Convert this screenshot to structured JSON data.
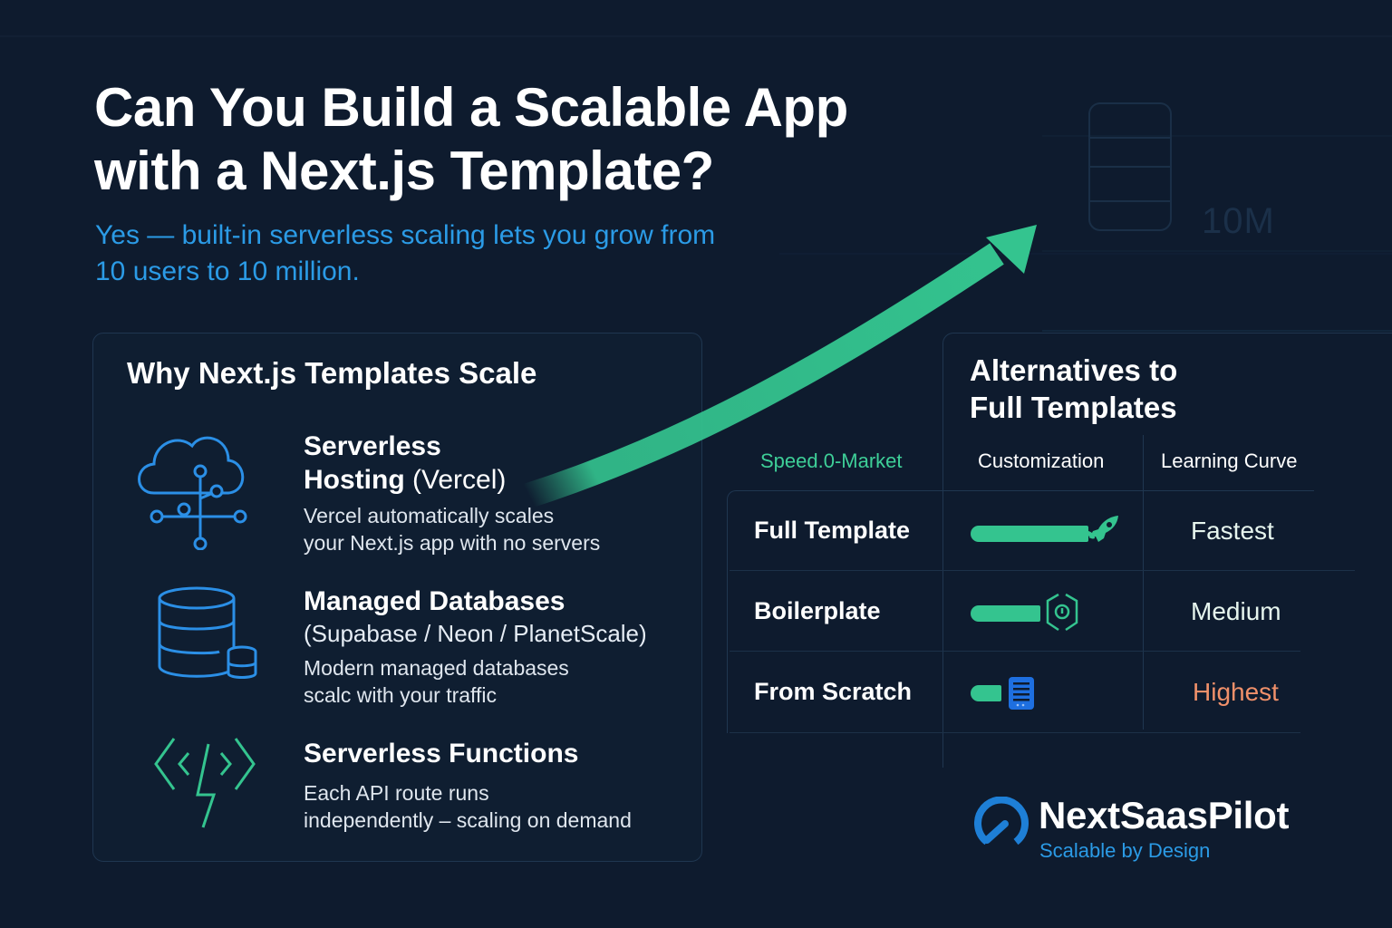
{
  "colors": {
    "background": "#0e1b2e",
    "accent_green": "#34c48f",
    "accent_blue": "#2b9be6",
    "highest_orange": "#f0906a",
    "card_border": "#1f3650"
  },
  "hero": {
    "title_line1": "Can You Build a Scalable App",
    "title_line2": "with a Next.js Template?",
    "subtitle_line1": "Yes — built-in serverless scaling lets you grow from",
    "subtitle_line2": "10 users to 10 million."
  },
  "background_decor": {
    "ghost_icon": "database-icon",
    "ghost_label": "10M",
    "growth_arrow": "trend-arrow-up-right"
  },
  "why_card": {
    "title": "Why Next.js Templates Scale",
    "features": [
      {
        "icon": "cloud-network-icon",
        "title_bold_1": "Serverless",
        "title_bold_2": "Hosting",
        "title_light": "(Vercel)",
        "desc_line1": "Vercel automatically scales",
        "desc_line2": "your Next.js app with no servers"
      },
      {
        "icon": "database-icon",
        "title": "Managed Databases",
        "subtitle": "(Supabase / Neon / PlanetScale)",
        "desc_line1": "Modern managed databases",
        "desc_line2": "scalc with your traffic"
      },
      {
        "icon": "code-lightning-icon",
        "title": "Serverless Functions",
        "desc_line1": "Each API route runs",
        "desc_line2": "independently – scaling on demand"
      }
    ]
  },
  "alternatives": {
    "title_line1": "Alternatives to",
    "title_line2": "Full Templates",
    "columns": [
      "Speed.0-Market",
      "Customization",
      "Learning Curve"
    ],
    "rows": [
      {
        "label": "Full Template",
        "bar_percent": 100,
        "icon": "rocket-icon",
        "learning_curve": "Fastest",
        "value_color": "#e6f5ee"
      },
      {
        "label": "Boilerplate",
        "bar_percent": 58,
        "icon": "gear-hex-icon",
        "learning_curve": "Medium",
        "value_color": "#e6f5ee"
      },
      {
        "label": "From Scratch",
        "bar_percent": 26,
        "icon": "server-icon",
        "learning_curve": "Highest",
        "value_color": "#f0906a"
      }
    ]
  },
  "brand": {
    "name": "NextSaasPilot",
    "tagline": "Scalable by Design",
    "logo_icon": "gauge-logo-icon"
  }
}
